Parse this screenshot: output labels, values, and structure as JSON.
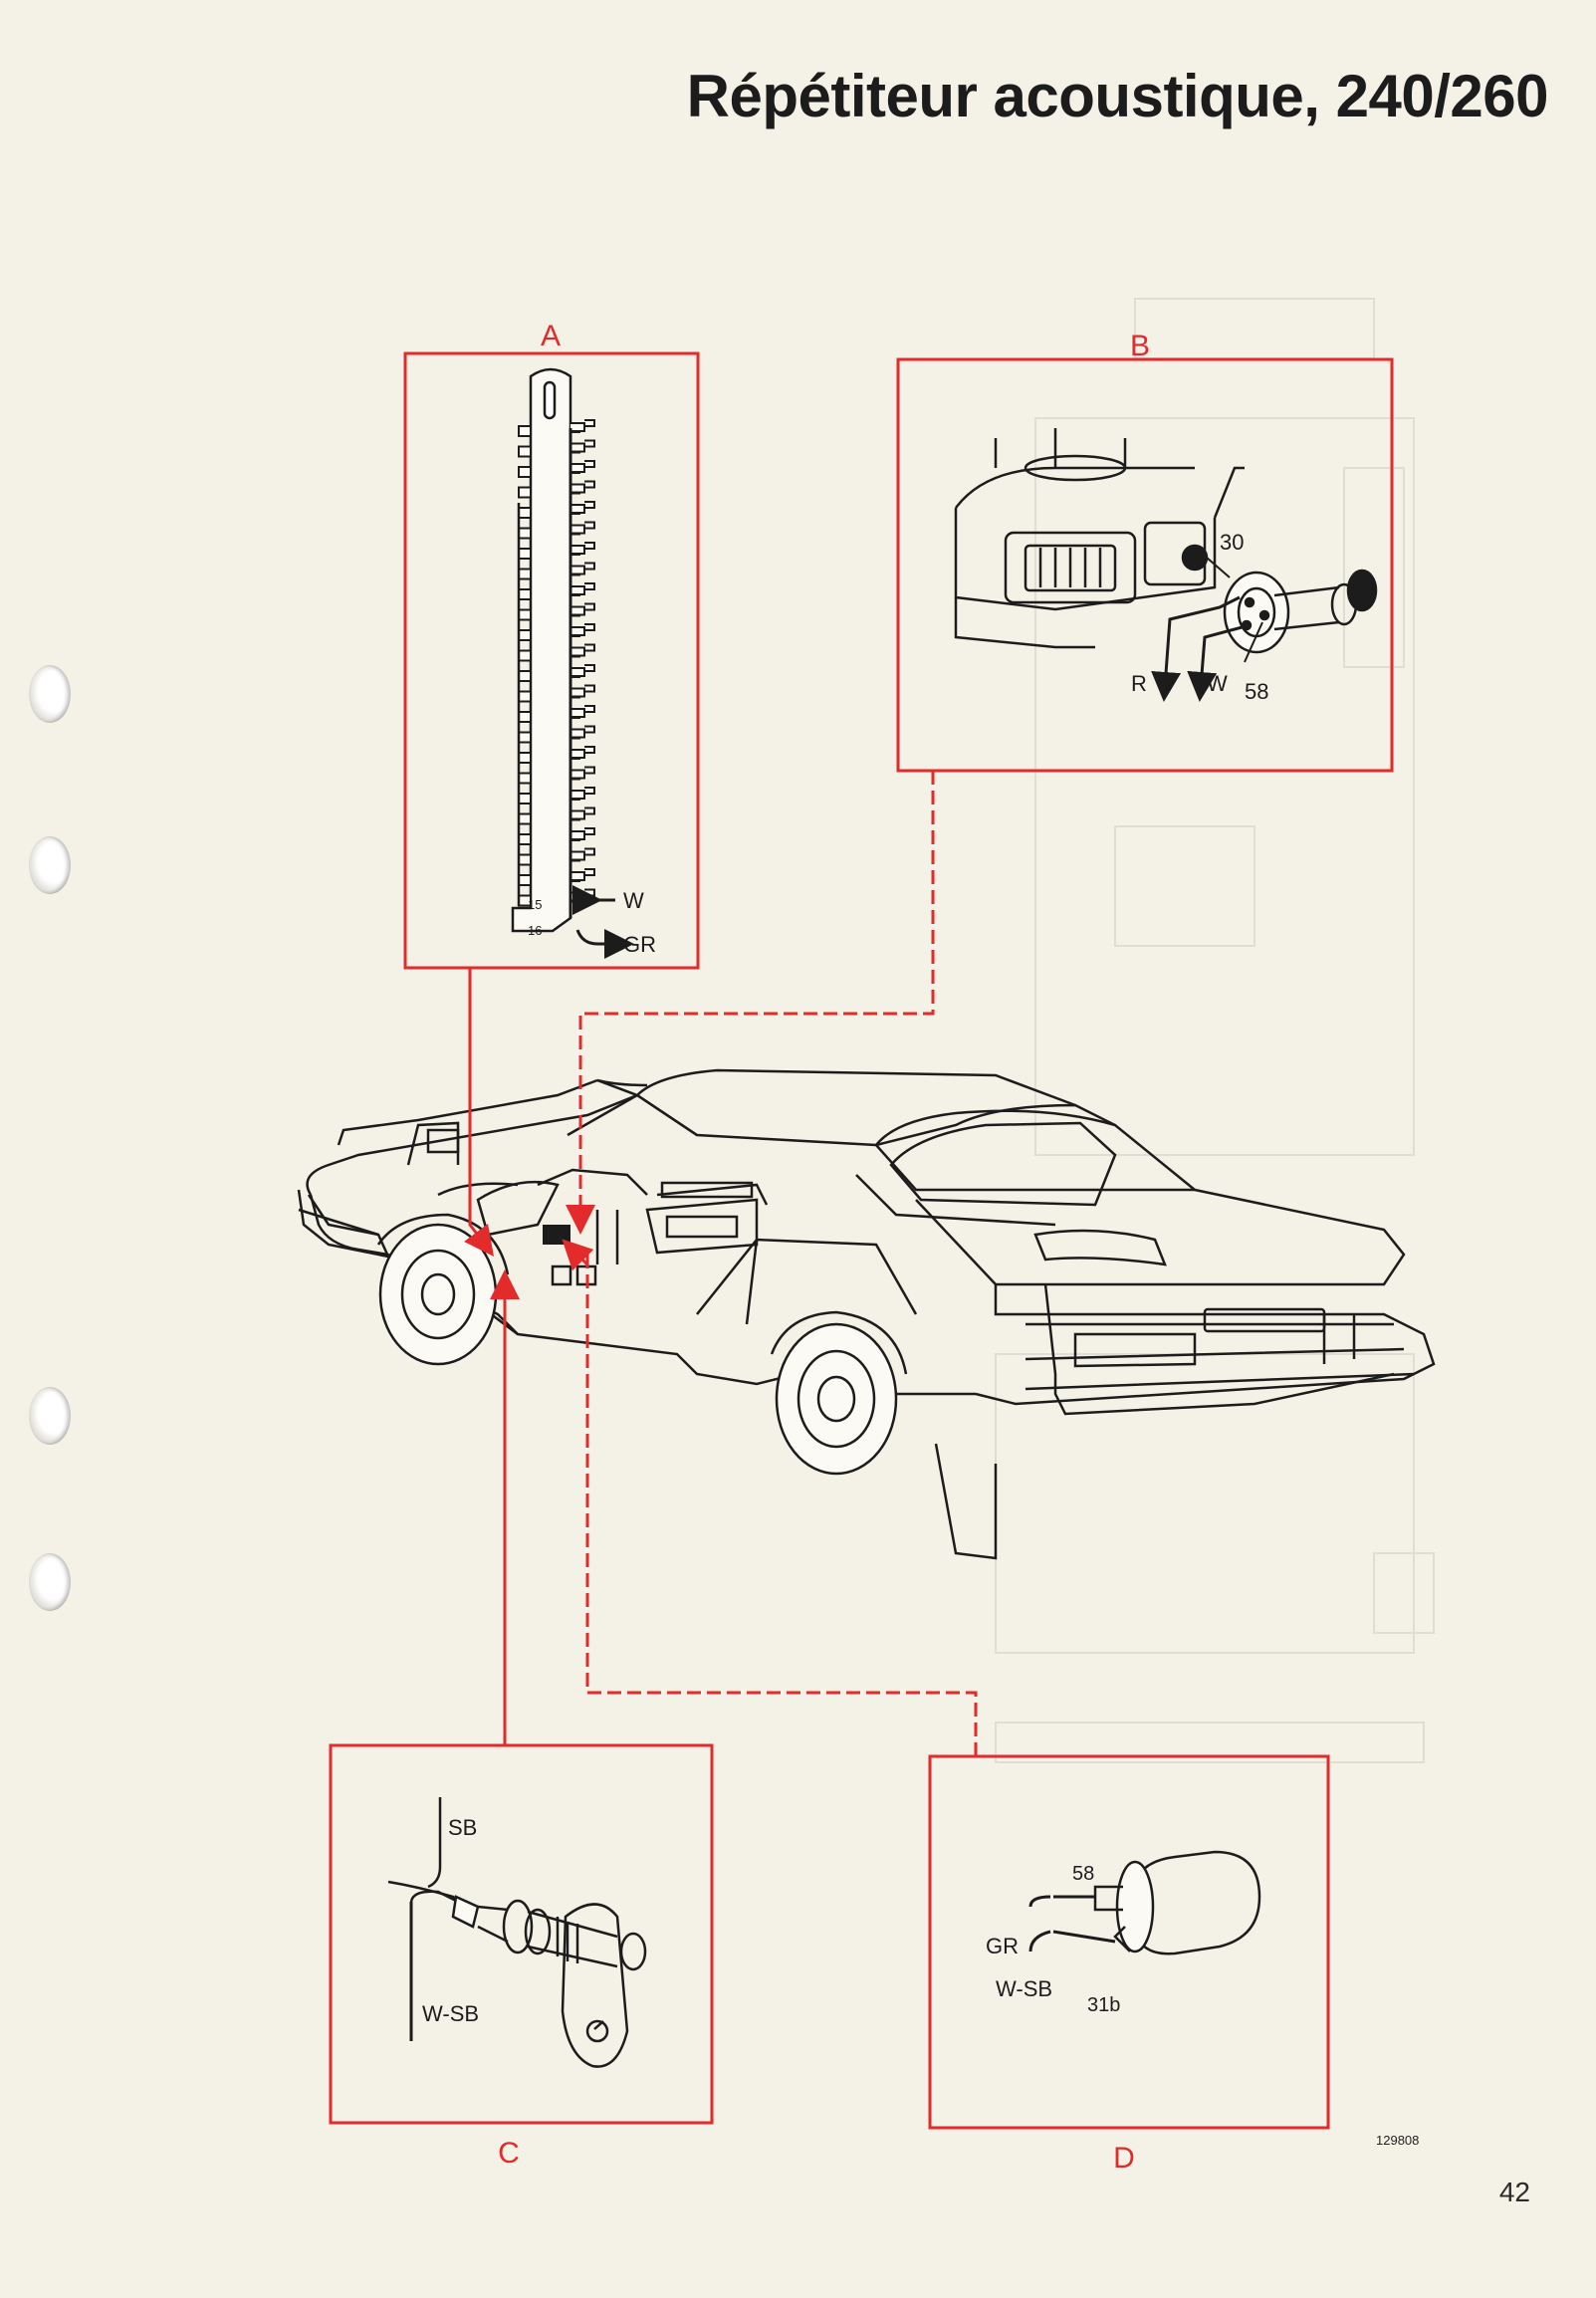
{
  "page": {
    "title": "Répétiteur acoustique, 240/260",
    "page_number": "42",
    "figure_ref": "129808"
  },
  "colors": {
    "callout_red": "#e32b2b",
    "ink": "#1c1c1c",
    "paper": "#f4f1e6"
  },
  "callouts": {
    "a": {
      "letter": "A",
      "wire_in": "W",
      "wire_out": "GR",
      "fuse_top": "15",
      "fuse_bottom": "16"
    },
    "b": {
      "letter": "B",
      "terminal_30": "30",
      "wire_r": "R",
      "wire_w": "W",
      "terminal_58": "58"
    },
    "c": {
      "letter": "C",
      "wire_sb": "SB",
      "wire_wsb": "W-SB"
    },
    "d": {
      "letter": "D",
      "terminal_58": "58",
      "wire_gr": "GR",
      "wire_wsb": "W-SB",
      "terminal_31b": "31b"
    }
  }
}
